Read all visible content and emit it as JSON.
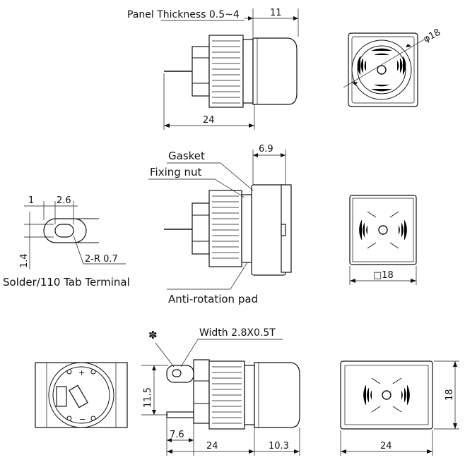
{
  "labels": {
    "panel_thickness": "Panel Thickness 0.5~4",
    "gasket": "Gasket",
    "fixing_nut": "Fixing nut",
    "anti_rotation_pad": "Anti-rotation pad",
    "solder_tab": "Solder/110 Tab Terminal",
    "radius": "2-R 0.7",
    "width_spec": "Width 2.8X0.5T",
    "asterisk": "✽"
  },
  "dimensions": {
    "top_11": "11",
    "top_24": "24",
    "top_dia18": "φ18",
    "mid_69": "6.9",
    "sq18": "□18",
    "tab_1": "1",
    "tab_26": "2.6",
    "tab_14": "1.4",
    "bot_115": "11.5",
    "bot_76": "7.6",
    "bot_24": "24",
    "bot_103": "10.3",
    "right_24": "24",
    "right_18": "18"
  }
}
